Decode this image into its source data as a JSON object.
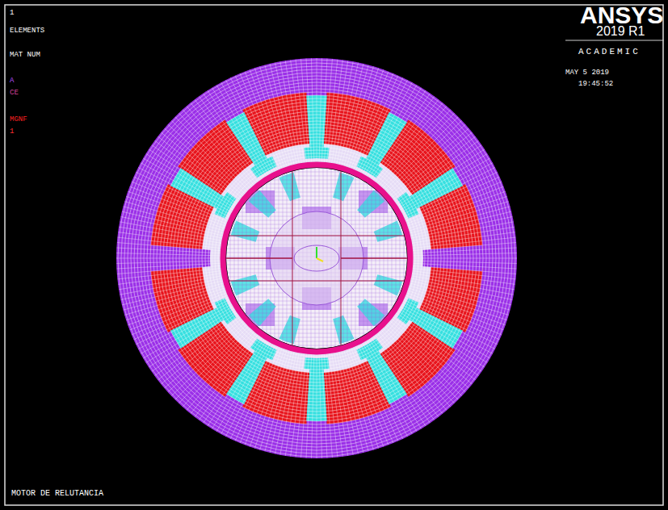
{
  "diagram": {
    "caption": "MOTOR DE RELUTANCIA",
    "labels": [
      "1",
      "ELEMENTS",
      "MAT NUM",
      "A",
      "CE",
      "MGNF",
      "1",
      "ANSYS",
      "2019 R1",
      "ACADEMIC",
      "MAY 5 2019",
      "19:45:52"
    ]
  }
}
